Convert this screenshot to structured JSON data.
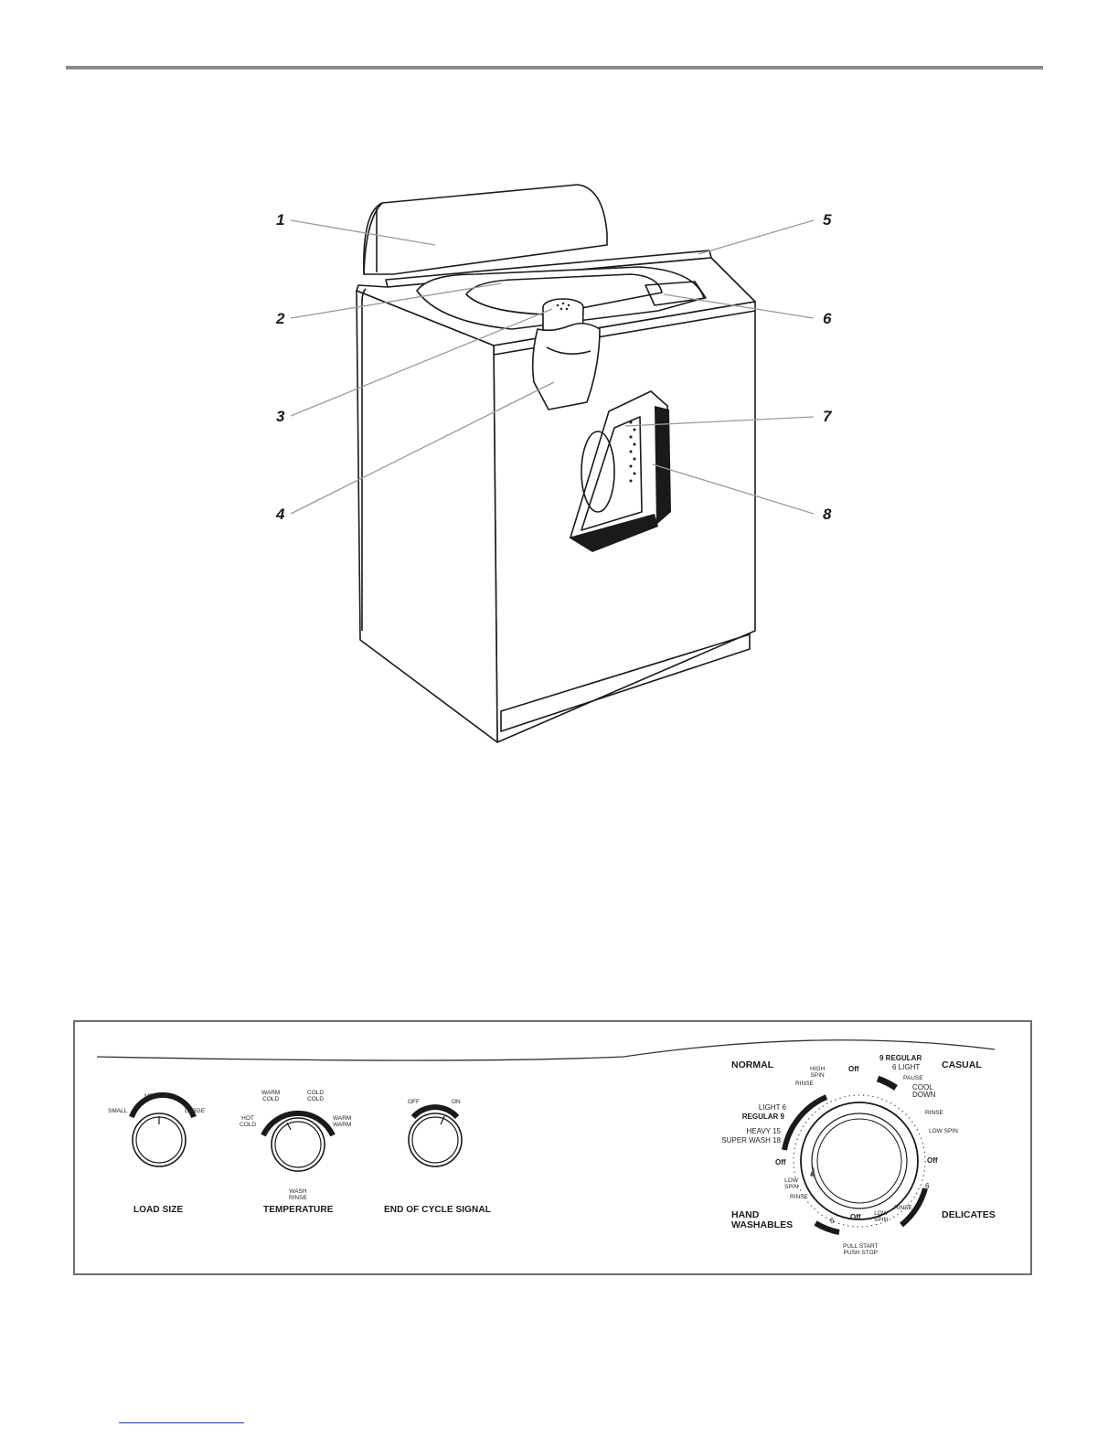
{
  "callouts": [
    "1",
    "2",
    "3",
    "4",
    "5",
    "6",
    "7",
    "8"
  ],
  "panel": {
    "load_size": {
      "title": "LOAD SIZE",
      "small": "SMALL",
      "medium": "MEDIUM",
      "large": "LARGE"
    },
    "temperature": {
      "title": "TEMPERATURE",
      "warm_cold_1": "WARM",
      "warm_cold_2": "COLD",
      "cold_cold_1": "COLD",
      "cold_cold_2": "COLD",
      "hot_cold_1": "HOT",
      "hot_cold_2": "COLD",
      "warm_warm_1": "WARM",
      "warm_warm_2": "WARM",
      "wash_rinse_1": "WASH",
      "wash_rinse_2": "RINSE"
    },
    "end_of_cycle": {
      "title": "END OF CYCLE SIGNAL",
      "off": "OFF",
      "on": "ON"
    },
    "cycle_dial": {
      "normal": "NORMAL",
      "casual": "CASUAL",
      "hand_1": "HAND",
      "hand_2": "WASHABLES",
      "delicates": "DELICATES",
      "off_top": "Off",
      "off_left": "Off",
      "off_right": "Off",
      "off_bottom": "Off",
      "high_spin_1": "HIGH",
      "high_spin_2": "SPIN",
      "rinse_tl": "RINSE",
      "light_6": "LIGHT  6",
      "regular_9": "REGULAR  9",
      "heavy_15": "HEAVY  15",
      "super_wash_18": "SUPER WASH 18",
      "casual_regular": "9  REGULAR",
      "casual_light": "6 LIGHT",
      "pause": "PAUSE",
      "cool_1": "COOL",
      "cool_2": "DOWN",
      "rinse_r": "RINSE",
      "low_spin_r": "LOW SPIN",
      "delicates_6": "6",
      "rinse_br": "RINSE",
      "low_spin_b_1": "LOW",
      "low_spin_b_2": "SPIN",
      "hand_6": "6",
      "rinse_bl": "RINSE",
      "low_spin_l_1": "LOW",
      "low_spin_l_2": "SPIN",
      "pull_start": "PULL START",
      "push_stop": "PUSH STOP"
    }
  }
}
